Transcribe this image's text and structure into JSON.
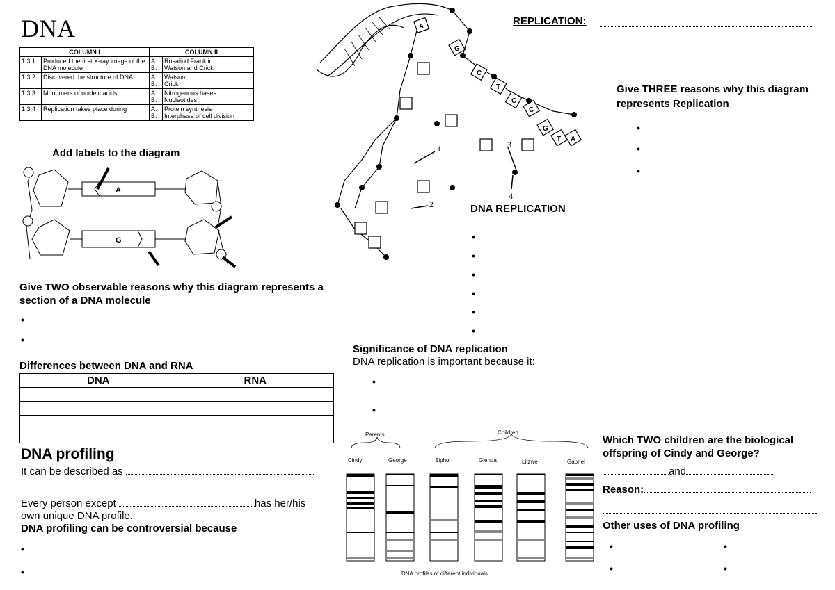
{
  "title": "DNA",
  "column_table": {
    "headers": [
      "COLUMN I",
      "COLUMN II"
    ],
    "rows": [
      {
        "num": "1.3.1",
        "desc": "Produced the first X-ray image of the DNA molecule",
        "a": "Rosalind Franklin",
        "b": "Watson and Crick"
      },
      {
        "num": "1.3.2",
        "desc": "Discovered the structure of DNA",
        "a": "Watson",
        "b": "Crick"
      },
      {
        "num": "1.3.3",
        "desc": "Monomers of nucleic acids",
        "a": "Nitrogenous bases",
        "b": "Nucleotides"
      },
      {
        "num": "1.3.4",
        "desc": "Replication takes place during",
        "a": "Protein synthesis",
        "b": "Interphase of cell division"
      }
    ],
    "a_label": "A:",
    "b_label": "B:"
  },
  "labels_heading": "Add labels to the diagram",
  "nucleotide_diagram": {
    "base_top": "A",
    "base_bottom": "G"
  },
  "two_reasons_heading": "Give TWO observable reasons why this diagram represents a section of a DNA molecule",
  "diff_heading": "Differences between DNA and RNA",
  "diff_table": {
    "col1": "DNA",
    "col2": "RNA",
    "blank_rows": 4
  },
  "profiling": {
    "heading": "DNA profiling",
    "described_as": "It can be described as",
    "every_person": "Every person except",
    "has_her_his": "has her/his",
    "own_unique": "own unique DNA profile.",
    "controversial": "DNA profiling can be controversial because"
  },
  "replication_diagram": {
    "bases": [
      "A",
      "G",
      "C",
      "T",
      "C",
      "C",
      "G",
      "T",
      "A"
    ],
    "numbers": [
      "1",
      "2",
      "3",
      "4"
    ]
  },
  "replication_heading": "REPLICATION:",
  "three_reasons_heading": "Give THREE reasons why this diagram represents Replication",
  "dna_replication_heading": "DNA REPLICATION",
  "significance": {
    "heading": "Significance of DNA replication",
    "intro": "DNA replication is important because it:"
  },
  "gel": {
    "parents_label": "Parents",
    "children_label": "Children",
    "lanes": [
      "Cindy",
      "George",
      "Sipho",
      "Glenda",
      "Litzwe",
      "Gabriel"
    ],
    "caption": "DNA profiles of different individuals"
  },
  "offspring_question": "Which TWO children are the biological offspring of Cindy and George?",
  "and_word": "and",
  "reason_label": "Reason:",
  "other_uses": "Other uses of DNA profiling",
  "bullet": "•"
}
